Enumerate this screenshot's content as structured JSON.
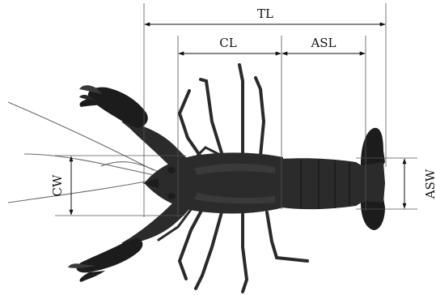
{
  "figure": {
    "labels": {
      "total_length": "TL",
      "carapace_length": "CL",
      "abdomen_length": "ASL",
      "carapace_width": "CW",
      "abdomen_width": "ASW"
    },
    "colors": {
      "line": "#111111",
      "specimen": "#2b2b2b",
      "background": "#ffffff"
    },
    "subject": "crayfish-dorsal-photo"
  }
}
